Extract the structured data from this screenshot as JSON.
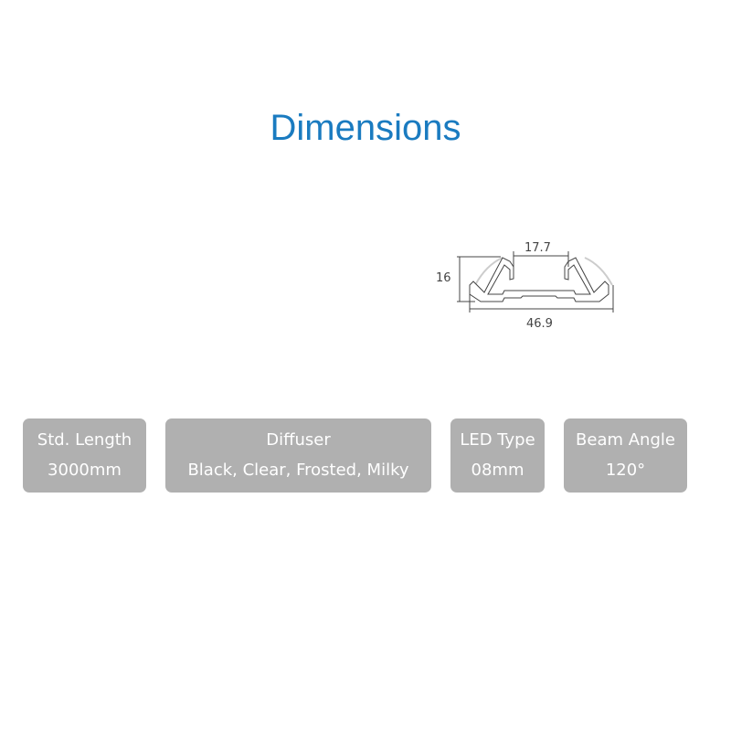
{
  "title": "Dimensions",
  "diagram": {
    "height": "16",
    "opening": "17.7",
    "width": "46.9"
  },
  "specs": [
    {
      "label": "Std. Length",
      "value": "3000mm"
    },
    {
      "label": "Diffuser",
      "value": "Black, Clear, Frosted, Milky"
    },
    {
      "label": "LED Type",
      "value": "08mm"
    },
    {
      "label": "Beam Angle",
      "value": "120°"
    }
  ]
}
